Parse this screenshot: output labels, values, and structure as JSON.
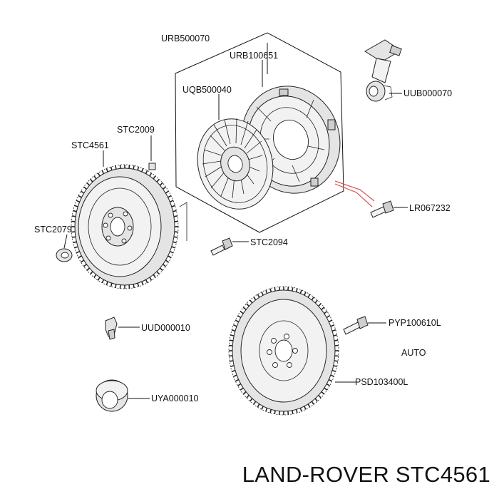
{
  "labels": {
    "urb500070": "URB500070",
    "urb100651": "URB100651",
    "uqb500040": "UQB500040",
    "uub000070": "UUB000070",
    "stc2009": "STC2009",
    "stc4561": "STC4561",
    "stc2079": "STC2079",
    "lr067232": "LR067232",
    "stc2094": "STC2094",
    "uud000010": "UUD000010",
    "pyp100610l": "PYP100610L",
    "auto": "AUTO",
    "psd103400l": "PSD103400L",
    "uya000010": "UYA000010"
  },
  "caption": "LAND-ROVER STC4561",
  "colors": {
    "line": "#111111",
    "highlight": "#d9534f"
  }
}
